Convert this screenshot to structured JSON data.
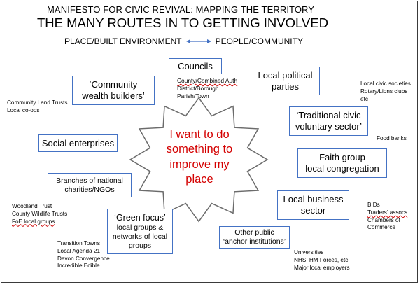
{
  "header": {
    "subtitle": "MANIFESTO FOR CIVIC REVIVAL: MAPPING THE TERRITORY",
    "title": "THE MANY ROUTES IN TO GETTING INVOLVED",
    "left_axis": "PLACE/BUILT ENVIRONMENT",
    "right_axis": "PEOPLE/COMMUNITY"
  },
  "center": {
    "lines": [
      "I want to do",
      "something to",
      "improve my",
      "place"
    ],
    "color": "#d40000"
  },
  "councils": {
    "label": "Councils",
    "items": [
      "County/Combined Auth",
      "District/Borough",
      "Parish/Town"
    ]
  },
  "local_political": {
    "lines": [
      "Local political",
      "parties"
    ]
  },
  "community_wealth": {
    "lines": [
      "‘Community",
      "wealth builders’"
    ]
  },
  "traditional_civic": {
    "lines": [
      "‘Traditional civic",
      "voluntary sector’"
    ]
  },
  "social_enterprises": {
    "label": "Social enterprises"
  },
  "faith_group": {
    "lines": [
      "Faith group",
      "local congregation"
    ]
  },
  "national_charities": {
    "lines": [
      "Branches of national",
      "charities/NGOs"
    ]
  },
  "local_business": {
    "lines": [
      "Local business",
      "sector"
    ]
  },
  "green_focus": {
    "heading": "‘Green focus’",
    "lines": [
      "local groups &",
      "networks of local",
      "groups"
    ]
  },
  "anchor_institutions": {
    "lines": [
      "Other public",
      "‘anchor institutions’"
    ]
  },
  "notes": {
    "land_trusts": [
      "Community Land Trusts",
      "Local co-ops"
    ],
    "civic_societies": [
      "Local civic societies",
      "Rotary/Lions clubs",
      "etc"
    ],
    "food_banks": [
      "Food banks"
    ],
    "woodland": [
      "Woodland Trust",
      "County Wildlife Trusts",
      "FoE local groups"
    ],
    "bids": [
      "BIDs",
      "Traders’ assocs",
      "Chambers of",
      "Commerce"
    ],
    "transition": [
      "Transition Towns",
      "Local Agenda 21",
      "Devon Convergence",
      "Incredible Edible"
    ],
    "universities": [
      "Universities",
      "NHS, HM Forces, etc",
      "Major local employers"
    ]
  },
  "colors": {
    "box_border": "#4472c4",
    "arrow": "#4472c4",
    "star_outline": "#6b6b6b",
    "center_text": "#d40000"
  }
}
